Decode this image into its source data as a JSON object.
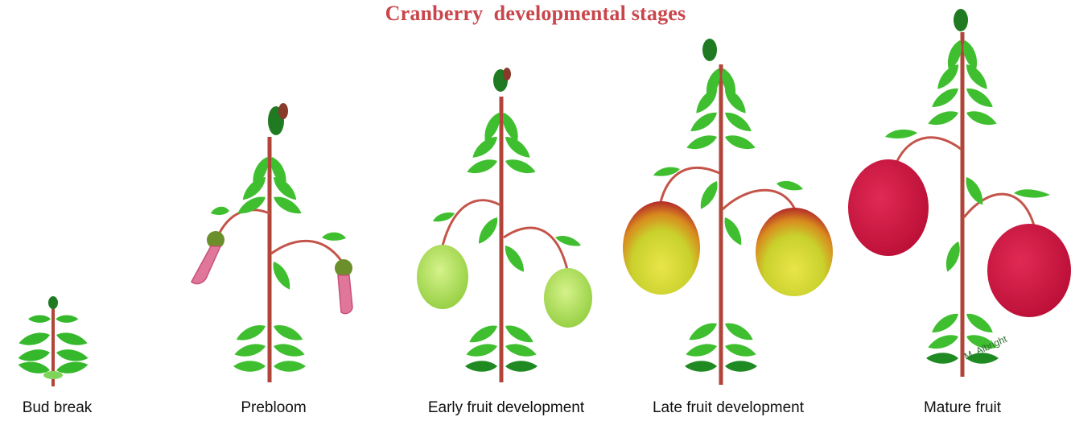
{
  "title": "Cranberry  developmental stages",
  "colors": {
    "title": "#c8464b",
    "leaf": "#3fbf2f",
    "leaf_dark": "#1f8a22",
    "stem": "#b2453a",
    "flower": "#e0779a",
    "fruit_green": "#b4e35a",
    "fruit_yellow": "#d7d930",
    "fruit_red": "#d2143f"
  },
  "stages": [
    {
      "label": "Bud break"
    },
    {
      "label": "Prebloom"
    },
    {
      "label": "Early fruit development"
    },
    {
      "label": "Late fruit development"
    },
    {
      "label": "Mature fruit"
    }
  ],
  "signature": "M. Albright"
}
